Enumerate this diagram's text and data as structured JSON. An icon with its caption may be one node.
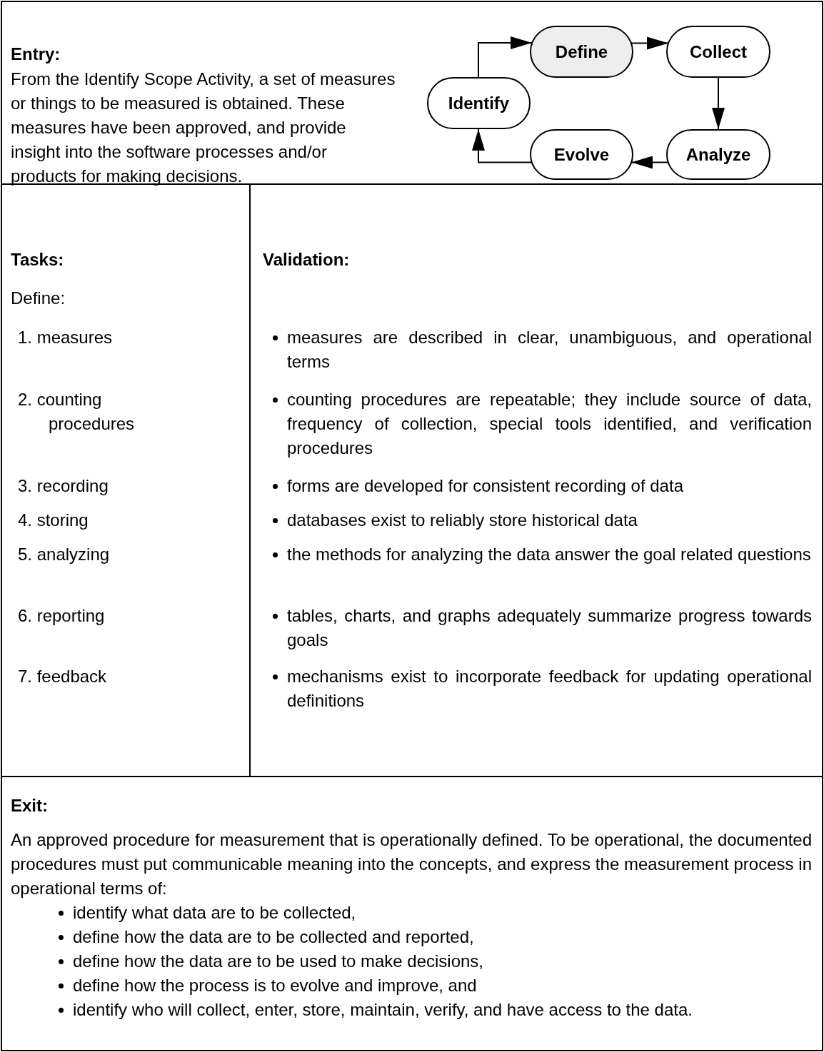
{
  "diagram": {
    "nodes": [
      {
        "text": [
          "Define"
        ]
      },
      {
        "text": [
          "Collect"
        ]
      },
      {
        "text": [
          "Identify"
        ]
      },
      {
        "text": [
          "Evolve"
        ]
      },
      {
        "text": [
          "Analyze"
        ]
      }
    ],
    "edges": [
      {
        "from": 2,
        "to": 0,
        "arrow": "to"
      },
      {
        "from": 0,
        "to": 1,
        "arrow": "to"
      },
      {
        "from": 1,
        "to": 4,
        "arrow": "to"
      },
      {
        "from": 4,
        "to": 3,
        "arrow": "to"
      },
      {
        "from": 3,
        "to": 2,
        "arrow": "to"
      }
    ],
    "labels": [
      "Entry:",
      "From the Identify Scope Activity, a set of measures or things to be measured is obtained. These measures have been approved, and provide insight into the software processes and/or products for making decisions.",
      "Tasks:",
      "Validation:",
      "Define:",
      "1. measures",
      "measures are described in clear, unambiguous, and operational terms",
      "2. counting procedures",
      "counting procedures are repeatable; they include source of data, frequency of collection, special tools identified, and verification procedures",
      "3. recording",
      "forms are developed for consistent recording of data",
      "4. storing",
      "databases exist to reliably store historical data",
      "5. analyzing",
      "the methods for analyzing the data answer the goal related questions",
      "6. reporting",
      "tables, charts, and graphs adequately summarize progress towards goals",
      "7. feedback",
      "mechanisms exist to incorporate feedback for updating operational definitions",
      "Exit:",
      "An approved procedure for measurement that is operationally defined. To be operational, the documented procedures must put communicable meaning into the concepts, and express the measurement process in operational terms of:",
      "identify what data are to be collected,",
      "define how the data are to be collected and reported,",
      "define how the data are to be used to make decisions,",
      "define how the process is to evolve and improve, and",
      "identify who will collect, enter, store, maintain, verify, and have access to the data."
    ]
  }
}
